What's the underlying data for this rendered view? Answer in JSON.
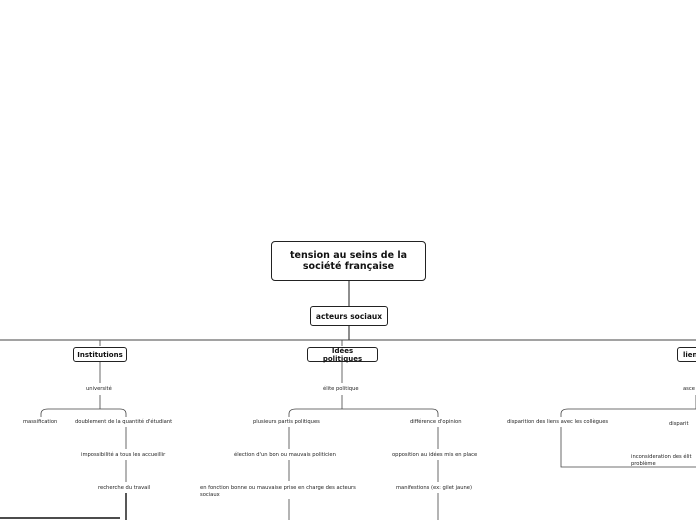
{
  "colors": {
    "line": "#444444",
    "border": "#222222",
    "text": "#222222"
  },
  "root": {
    "title": "tension au seins de la société française"
  },
  "main_topic": {
    "label": "acteurs sociaux"
  },
  "institutions": {
    "label": "Institutions",
    "universite": "université",
    "massification": "massification",
    "doublement": "doublement de la quantité d'étudiant",
    "impossibilite": "impossibilité a tous les accueillir",
    "recherche": "recherche du travail"
  },
  "idees": {
    "label": "Idées politiques",
    "elite": "élite politique",
    "partis": "plusieurs partis politiques",
    "election": "élection d'un bon ou mauvais politicien",
    "prise_en_charge": "en fonction bonne ou mauvaise prise en charge des acteurs sociaux",
    "difference": "différence d'opinion",
    "opposition": "opposition au idées mis en place",
    "manifestations": "manifestions (ex: gilet jaune)"
  },
  "liens": {
    "label": "lien",
    "asce": "asce",
    "disparition_liens": "disparition des liens avec les collègues",
    "dispari": "disparit",
    "inconsideration": "inconsideration des élit problème"
  }
}
